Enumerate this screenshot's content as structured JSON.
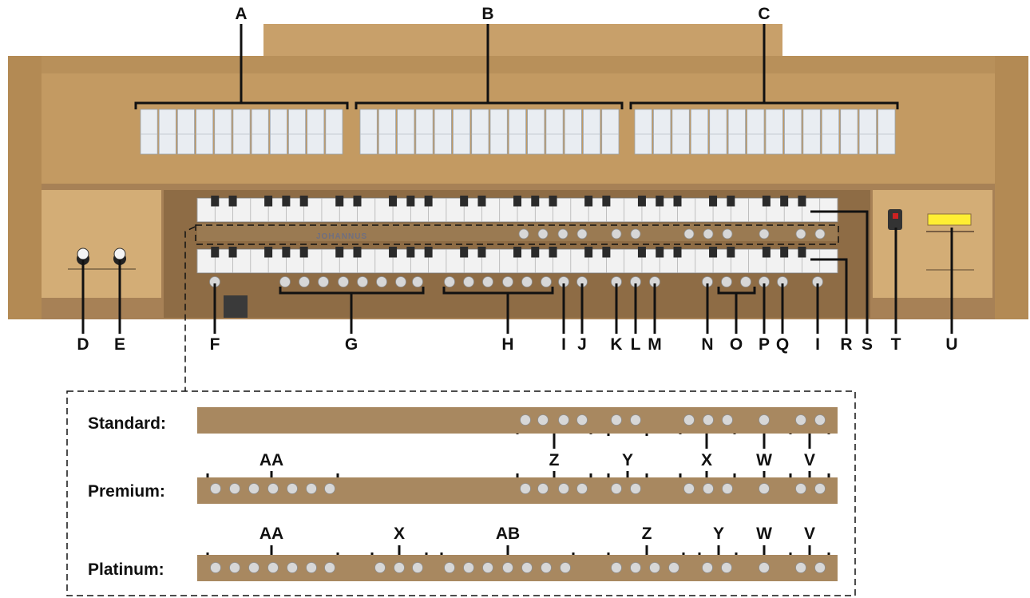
{
  "brand": "JOHANNUS",
  "colors": {
    "wood": "#c39a62",
    "wood_dark": "#9c7a4b",
    "wood_light": "#d8b685",
    "strip": "#a88860",
    "piston": "#d7d7d7",
    "bracket": "#111111",
    "tab": "#e9edf2",
    "display": "#ffee33",
    "switch": "#cc2222"
  },
  "callouts": {
    "A": "A",
    "B": "B",
    "C": "C",
    "D": "D",
    "E": "E",
    "F": "F",
    "G": "G",
    "H": "H",
    "I": "I",
    "J": "J",
    "K": "K",
    "L": "L",
    "M": "M",
    "N": "N",
    "O": "O",
    "P": "P",
    "Q": "Q",
    "R": "R",
    "S": "S",
    "T": "T",
    "U": "U"
  },
  "detail": {
    "rows": [
      {
        "name": "Standard:",
        "groups": [
          "Z",
          "Y",
          "X",
          "W",
          "V"
        ]
      },
      {
        "name": "Premium:",
        "groups": [
          "AA",
          "Z",
          "Y",
          "X",
          "W",
          "V"
        ]
      },
      {
        "name": "Platinum:",
        "groups": [
          "AA",
          "X",
          "AB",
          "Z",
          "Y",
          "W",
          "V"
        ]
      }
    ]
  }
}
